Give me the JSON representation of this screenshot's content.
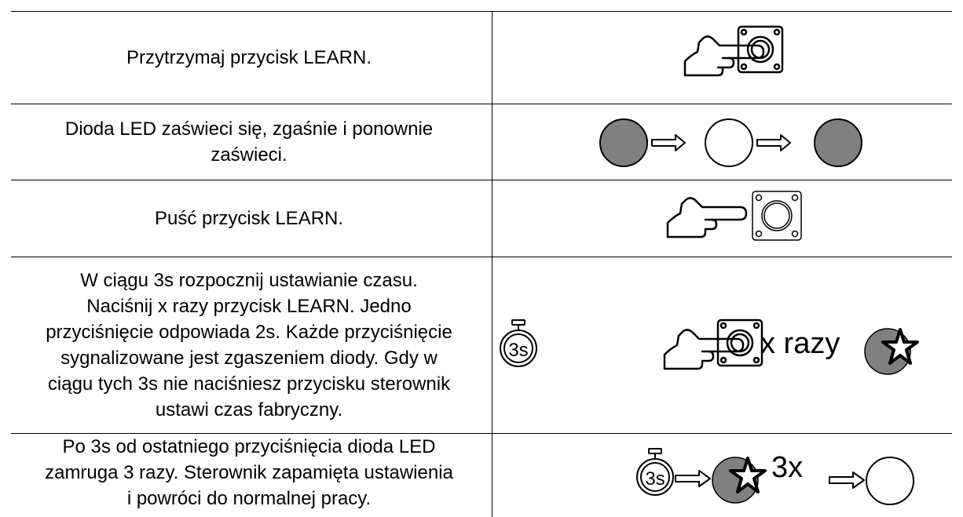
{
  "rows": [
    {
      "text": "Przytrzymaj przycisk LEARN."
    },
    {
      "text": "Dioda LED zaświeci się, zgaśnie i ponownie\nzaświeci."
    },
    {
      "text": "Puść przycisk LEARN."
    },
    {
      "text": "W ciągu 3s rozpocznij ustawianie czasu.\nNaciśnij x razy przycisk LEARN. Jedno\nprzyciśnięcie odpowiada 2s. Każde przyciśnięcie\nsygnalizowane jest zgaszeniem diody. Gdy w\nciągu tych 3s nie naciśniesz przycisku sterownik\nustawi czas fabryczny."
    },
    {
      "text": "Po 3s od ostatniego przyciśnięcia dioda LED\nzamruga 3 razy. Sterownik zapamięta ustawienia\ni powróci do normalnej pracy."
    }
  ],
  "icons": {
    "timer_label": "3s",
    "x_times_label": "x razy",
    "blink_count_label": "3x"
  },
  "colors": {
    "led_on": "#808080",
    "led_off": "#ffffff",
    "border": "#000000"
  }
}
